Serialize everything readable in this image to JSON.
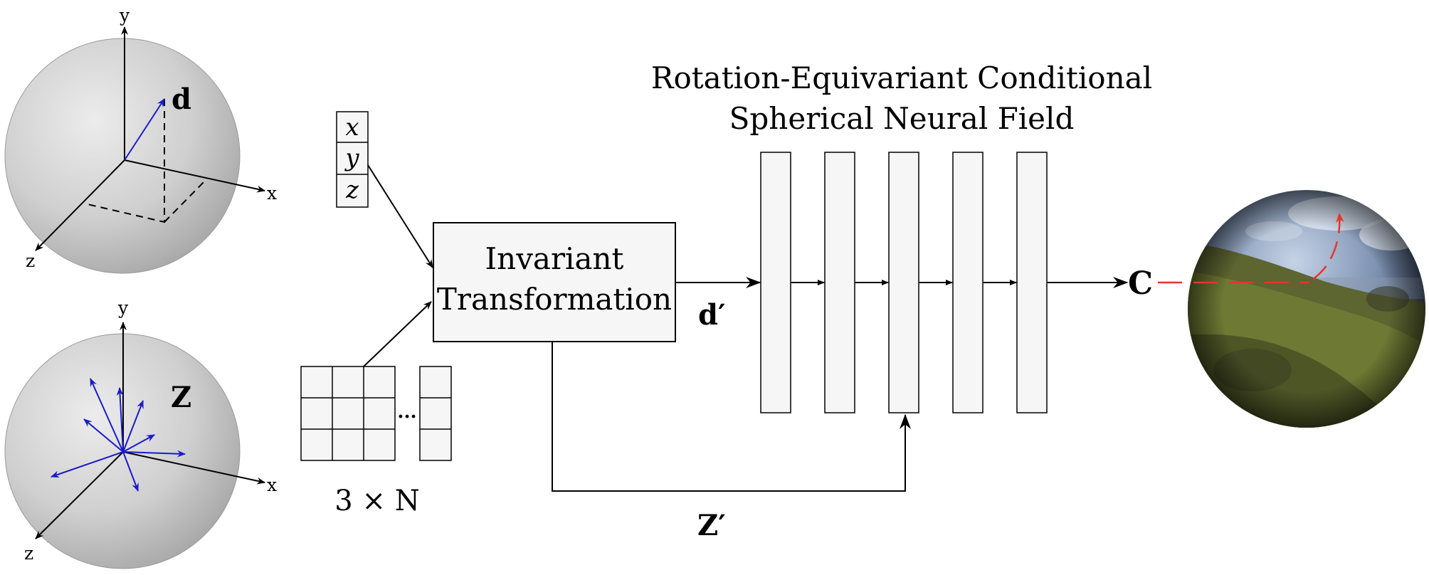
{
  "coord_top": {
    "x_axis": "x",
    "y_axis": "y",
    "z_axis": "z",
    "vector_label": "d"
  },
  "coord_bottom": {
    "x_axis": "x",
    "y_axis": "y",
    "z_axis": "z",
    "vector_label": "Z"
  },
  "point_input": {
    "x": "x",
    "y": "y",
    "z": "z"
  },
  "matrix_input": {
    "dots": "...",
    "size_label": "3 × N"
  },
  "invariant_block": {
    "line1": "Invariant",
    "line2": "Transformation"
  },
  "field": {
    "title_line1": "Rotation-Equivariant Conditional",
    "title_line2": "Spherical Neural Field",
    "layer_count": 5
  },
  "labels": {
    "d_prime": "d′",
    "z_prime": "Z′",
    "color_output": "C"
  },
  "colors": {
    "vector_blue": "#1a1acc",
    "ray_red": "#e8342a",
    "sphere_light": "#ececec",
    "sphere_dark": "#b4b4b4",
    "box_fill": "#f6f6f6",
    "stroke": "#000000"
  }
}
